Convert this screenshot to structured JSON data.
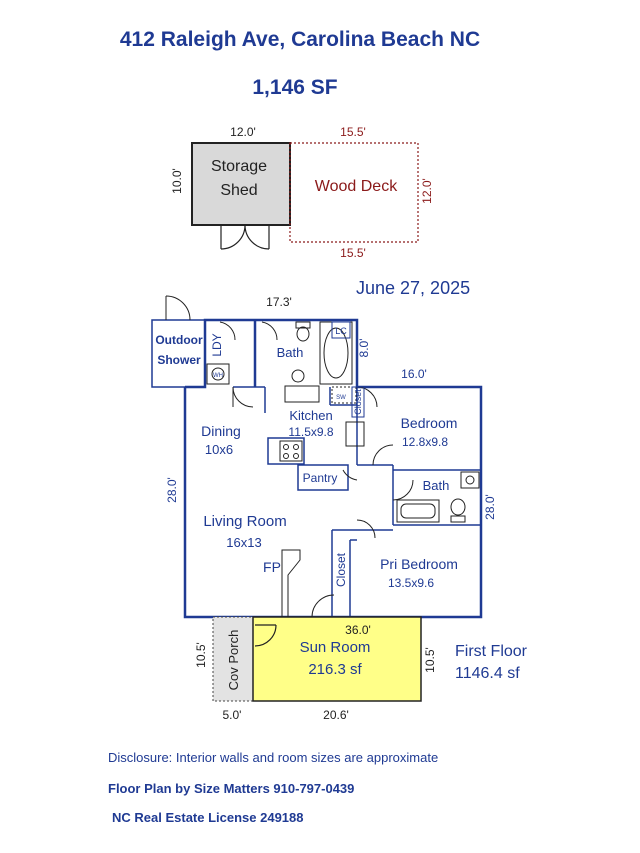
{
  "header": {
    "title": "412 Raleigh Ave, Carolina Beach NC",
    "area": "1,146 SF",
    "date": "June 27, 2025"
  },
  "footer": {
    "disclosure": "Disclosure: Interior walls and room sizes are approximate",
    "credit": "Floor Plan by Size Matters 910-797-0439",
    "license": "NC Real Estate License 249188"
  },
  "rooms": {
    "storage_shed": [
      "Storage",
      "Shed"
    ],
    "wood_deck": "Wood Deck",
    "outdoor_shower": [
      "Outdoor",
      "Shower"
    ],
    "ldy": "LDY",
    "bath_upper": "Bath",
    "lc": "LC",
    "kitchen": "Kitchen",
    "kitchen_size": "11.5x9.8",
    "sw": "SW",
    "closet_kitchen": "Closet",
    "dining": "Dining",
    "dining_size": "10x6",
    "bedroom": "Bedroom",
    "bedroom_size": "12.8x9.8",
    "pantry": "Pantry",
    "bath_lower": "Bath",
    "living_room": "Living Room",
    "living_room_size": "16x13",
    "fp": "FP",
    "closet_pri": "Closet",
    "pri_bedroom": "Pri Bedroom",
    "pri_bedroom_size": "13.5x9.6",
    "sun_room": "Sun Room",
    "sun_room_size": "216.3 sf",
    "cov_porch": "Cov Porch",
    "wh": "WH"
  },
  "dimensions": {
    "shed_width": "12.0'",
    "shed_depth": "10.0'",
    "deck_top": "15.5'",
    "deck_bottom": "15.5'",
    "deck_right": "12.0'",
    "annex_width": "17.3'",
    "bath_depth": "8.0'",
    "bedroom_width": "16.0'",
    "house_left": "28.0'",
    "house_right": "28.0'",
    "sun_width": "36.0'",
    "sun_left": "10.5'",
    "sun_right": "10.5'",
    "porch_width": "5.0'",
    "sun_bottom": "20.6'"
  },
  "floor_info": {
    "name": "First Floor",
    "area": "1146.4 sf"
  },
  "colors": {
    "wall": "#1f3a93",
    "text": "#1f3a93",
    "deck": "#8b1a1a",
    "shed_fill": "#d9d9d9",
    "porch_fill": "#e3e3e3",
    "sun_fill": "#ffff88"
  }
}
